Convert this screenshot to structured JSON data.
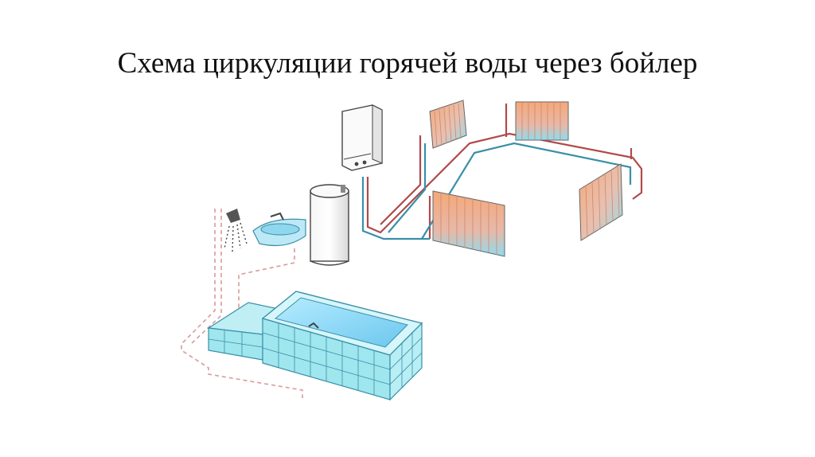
{
  "slide": {
    "title": "Схема циркуляции горячей воды через бойлер"
  },
  "diagram": {
    "components": [
      {
        "id": "wall-boiler",
        "icon": "wall-boiler-icon"
      },
      {
        "id": "storage-tank",
        "icon": "storage-tank-icon"
      },
      {
        "id": "radiator-1",
        "icon": "radiator-icon"
      },
      {
        "id": "radiator-2",
        "icon": "radiator-icon"
      },
      {
        "id": "radiator-3",
        "icon": "radiator-icon"
      },
      {
        "id": "radiator-4",
        "icon": "radiator-icon"
      },
      {
        "id": "shower",
        "icon": "shower-icon"
      },
      {
        "id": "washbasin",
        "icon": "washbasin-icon"
      },
      {
        "id": "pool",
        "icon": "pool-icon"
      }
    ],
    "colors": {
      "hot_pipe": "#b04a4a",
      "return_pipe": "#3a8fa8",
      "cold_line": "#d99a9a",
      "radiator_hot": "#f0a070",
      "radiator_cold": "#8ed8ec",
      "pool_water": "#7fd0f0",
      "pool_tile": "#9fe6ee"
    }
  }
}
